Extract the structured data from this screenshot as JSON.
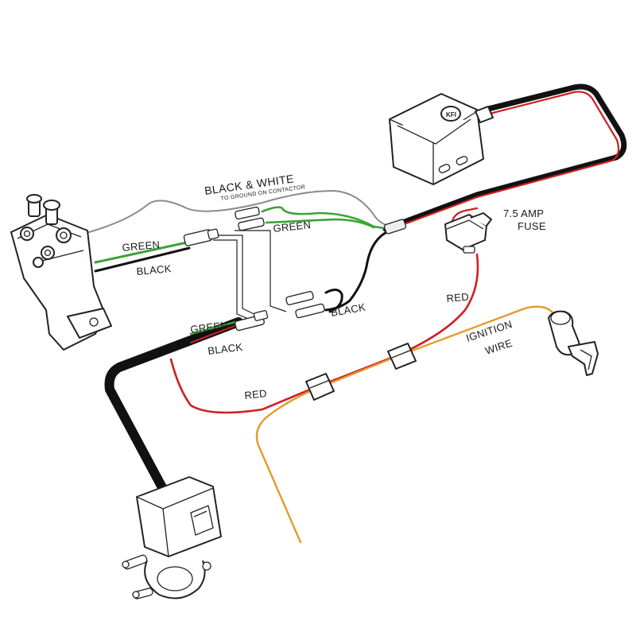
{
  "colors": {
    "black_wire": "#111111",
    "red_wire": "#d11f25",
    "green_wire": "#3aa335",
    "gray_wire": "#8a8a8a",
    "orange_wire": "#e39a2c"
  },
  "labels": {
    "black_white": "BLACK & WHITE",
    "to_ground": "TO GROUND ON CONTACTOR",
    "green_top_left": "GREEN",
    "black_top_left": "BLACK",
    "green_top_right": "GREEN",
    "green_bottom": "GREEN",
    "black_bottom": "BLACK",
    "black_mid": "BLACK",
    "fuse_line1": "7.5 AMP",
    "fuse_line2": "FUSE",
    "red_right": "RED",
    "red_bottom": "RED",
    "ignition_line1": "IGNITION",
    "ignition_line2": "WIRE"
  }
}
